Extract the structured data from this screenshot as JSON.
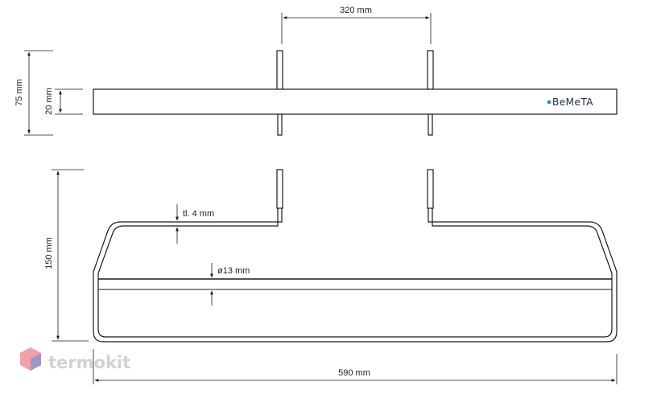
{
  "dimensions": {
    "mount_spacing": "320 mm",
    "total_height_top": "75 mm",
    "bar_height": "20 mm",
    "total_height_front": "150 mm",
    "wire_thickness": "tl. 4 mm",
    "tube_diameter": "ø13 mm",
    "total_width": "590 mm"
  },
  "brand": {
    "logo_text": "BeMeTA"
  },
  "watermark": {
    "text": "termokit"
  },
  "colors": {
    "line": "#1a1a1a",
    "brand_accent": "#1e88c8",
    "watermark": "#cfd3d8"
  }
}
